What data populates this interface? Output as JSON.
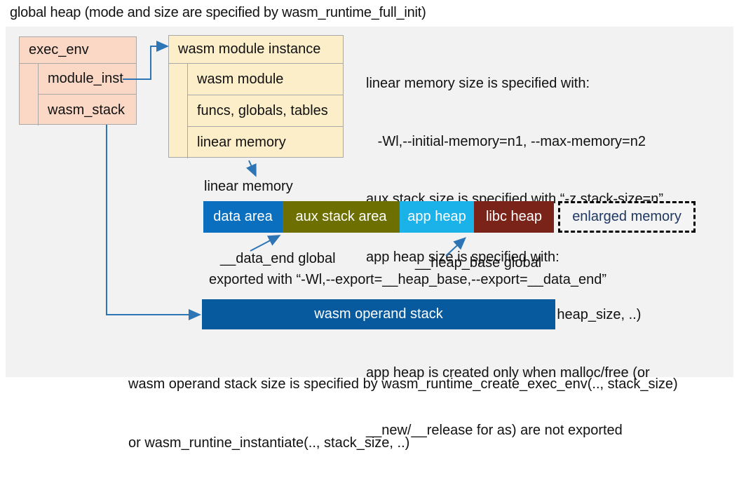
{
  "title": "global heap (mode and size are specified by wasm_runtime_full_init)",
  "exec_env": {
    "header": "exec_env",
    "rows": [
      "module_inst",
      "wasm_stack"
    ]
  },
  "module_instance": {
    "header": "wasm module instance",
    "rows": [
      "wasm module",
      "funcs, globals, tables",
      "linear memory"
    ]
  },
  "notes_top": {
    "lines": [
      "linear memory size is specified with:",
      "   -Wl,--initial-memory=n1, --max-memory=n2",
      "aux stack size is specified with “-z stack-size=n”",
      "app heap size is specified with:",
      "  wasm_runtime_instantiate(.., heap_size, ..)",
      "app heap is created only when malloc/free (or",
      "__new/__release for as) are not exported"
    ]
  },
  "linear_memory": {
    "label": "linear memory",
    "segments": [
      {
        "label": "data area",
        "color": "#0a6fbf"
      },
      {
        "label": "aux stack area",
        "color": "#6d6f00"
      },
      {
        "label": "app heap",
        "color": "#1ab2e8"
      },
      {
        "label": "libc heap",
        "color": "#7a2318"
      }
    ],
    "enlarged": {
      "label": "enlarged memory",
      "text_color": "#1f3864"
    }
  },
  "annotations": {
    "data_end": "__data_end global",
    "heap_base": "__heap_base global",
    "export_note": "exported with “-Wl,--export=__heap_base,--export=__data_end”"
  },
  "operand_stack": {
    "label": "wasm operand stack",
    "color": "#065a9d"
  },
  "notes_bottom": {
    "lines": [
      "wasm operand stack size is specified by wasm_runtime_create_exec_env(.., stack_size)",
      "or wasm_runtine_instantiate(.., stack_size, ..)"
    ]
  },
  "ui_colors": {
    "arrow": "#2e75b6",
    "panel_bg": "#f2f2f2",
    "exec_env_bg": "#fbd8c5",
    "module_instance_bg": "#fdeeca"
  }
}
